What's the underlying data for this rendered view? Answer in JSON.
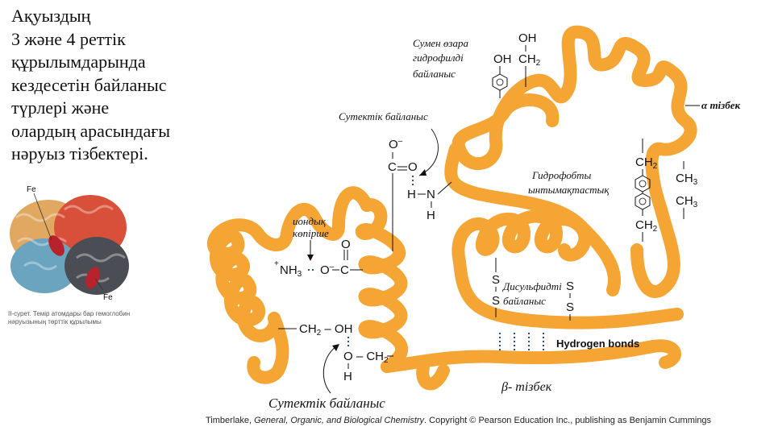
{
  "title_lines": [
    "Ақуыздың",
    "3 және 4 реттік",
    "құрылымдарында",
    "кездесетін байланыс",
    "түрлері және",
    "олардың арасындағы",
    "нәруыз тізбектері."
  ],
  "hemoglobin_figure": {
    "fe_label_top": "Fe",
    "fe_label_bottom": "Fe",
    "caption": "II-сурет. Темір атомдары бар гемоглобин нәруызының төрттік құрылымы"
  },
  "labels": {
    "hydrophilic_1": "Сумен өзара",
    "hydrophilic_2": "гидрофилді",
    "hydrophilic_3": "байланыс",
    "hydrogen_bond_top": "Сутектік байланыс",
    "alpha_chain": "α  тізбек",
    "hydrophobic_1": "Гидрофобты",
    "hydrophobic_2": "ынтымақтастық",
    "ionic_1": "иондық",
    "ionic_2": "көпірше",
    "disulfide_1": "Дисульфидті",
    "disulfide_2": "байланыс",
    "hydrogen_bonds": "Hydrogen bonds",
    "beta_chain": "β- тізбек",
    "hydrogen_bond_bottom": "Сутектік байланыс"
  },
  "chem": {
    "oh": "OH",
    "ch2": "CH",
    "ch3": "CH",
    "sub2": "2",
    "sub3": "3",
    "o_minus": "O",
    "c": "C",
    "o": "O",
    "h": "H",
    "n": "N",
    "nh3": "NH",
    "s": "S",
    "ch2oh": "CH",
    "dash_oh": "— OH",
    "o_ch2": "O – CH"
  },
  "credit": {
    "prefix": "Timberlake, ",
    "book": "General, Organic, and Biological Chemistry",
    "suffix": ". Copyright © Pearson Education Inc., publishing as Benjamin Cummings"
  }
}
